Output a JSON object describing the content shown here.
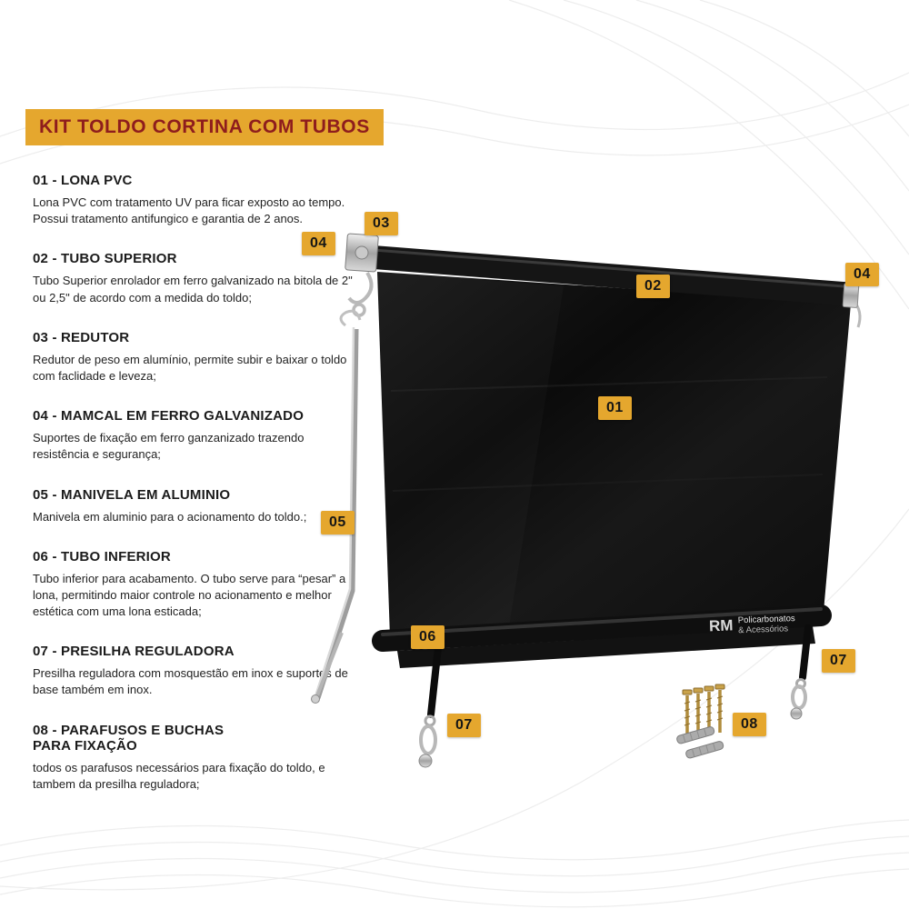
{
  "title": "KIT TOLDO CORTINA COM TUBOS",
  "sections": [
    {
      "heading": "01 - LONA PVC",
      "body": "Lona PVC com tratamento UV para ficar exposto ao tempo. Possui tratamento antifungico e garantia de 2 anos."
    },
    {
      "heading": "02 - TUBO SUPERIOR",
      "body": "Tubo Superior enrolador em ferro galvanizado na bitola de 2\" ou 2,5\" de acordo com a medida do toldo;"
    },
    {
      "heading": "03 - REDUTOR",
      "body": "Redutor de peso em alumínio, permite subir e baixar o toldo com faclidade e leveza;"
    },
    {
      "heading": "04 - MAMCAL  EM FERRO GALVANIZADO",
      "body": "Suportes de fixação em ferro ganzanizado trazendo resistência e segurança;"
    },
    {
      "heading": "05 - MANIVELA EM ALUMINIO",
      "body": "Manivela em aluminio para o acionamento do toldo.;"
    },
    {
      "heading": "06 - TUBO INFERIOR",
      "body": "Tubo inferior para acabamento. O tubo serve para “pesar” a lona, permitindo maior controle no acionamento e melhor estética com uma lona esticada;"
    },
    {
      "heading": "07 - PRESILHA REGULADORA",
      "body": "Presilha reguladora com mosquestão em inox e suportes de base também em inox."
    },
    {
      "heading": "08 - PARAFUSOS E BUCHAS\nPARA FIXAÇÃO",
      "body": "todos os parafusos necessários para fixação do toldo, e tambem da presilha reguladora;"
    }
  ],
  "badges": {
    "n01": "01",
    "n02": "02",
    "n03": "03",
    "n04": "04",
    "n05": "05",
    "n06": "06",
    "n07": "07",
    "n08": "08"
  },
  "logo": {
    "rm": "RM",
    "line1": "Policarbonatos",
    "line2": "& Acessórios"
  },
  "colors": {
    "accent": "#E5A72E",
    "title_text": "#8E1D1D",
    "canvas_black": "#111111",
    "metal_silver": "#c6c6c6",
    "screw_gold": "#b08c3c"
  }
}
